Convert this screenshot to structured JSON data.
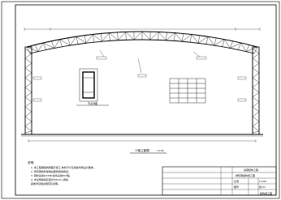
{
  "drawing": {
    "view_title": "①轴立面图",
    "scale_ratio": "1:100",
    "detail_label": "节点详图",
    "notes": {
      "heading": "说明:",
      "lines": [
        "1. 本工程钢结构按图示施工,构件尺寸及焊缝均按设计要求。",
        "2. 所有钢构件除锈后刷防锈漆两道。",
        "3. 钢材采用Q235B,焊条采用E43型。",
        "4. 未注明焊缝高度均为6mm,满焊。",
        "   其他详见相关规范及说明。"
      ]
    },
    "title_block": {
      "project": "某钢结构工程",
      "drawing_name": "拱形钢结构施工图",
      "scale_label": "比例",
      "scale_value": "1:100",
      "sheet_label": "图号",
      "sheet_value": "结-01"
    },
    "stamp_text": "结构施工图"
  }
}
